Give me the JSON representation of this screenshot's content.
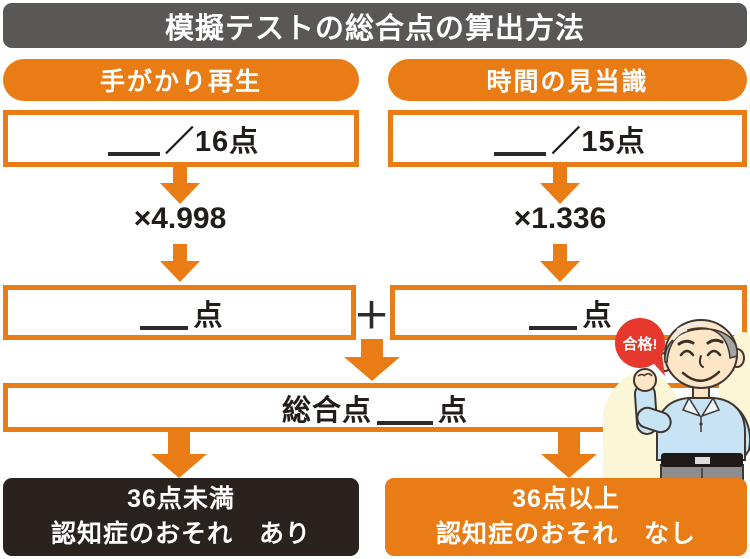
{
  "title": "模擬テストの総合点の算出方法",
  "columns": [
    {
      "header": "手がかり再生",
      "score_suffix": "／16点",
      "multiplier": "×4.998",
      "result_suffix": "点"
    },
    {
      "header": "時間の見当識",
      "score_suffix": "／15点",
      "multiplier": "×1.336",
      "result_suffix": "点"
    }
  ],
  "plus": "＋",
  "total": {
    "prefix": "総合点",
    "suffix": "点"
  },
  "outcomes": [
    {
      "line1": "36点未満",
      "line2": "認知症のおそれ　あり"
    },
    {
      "line1": "36点以上",
      "line2": "認知症のおそれ　なし"
    }
  ],
  "bubble": "合格!",
  "colors": {
    "accent_orange": "#e97c15",
    "title_gray": "#5a5757",
    "fail_black": "#29221f",
    "bubble_red": "#e6382c"
  }
}
